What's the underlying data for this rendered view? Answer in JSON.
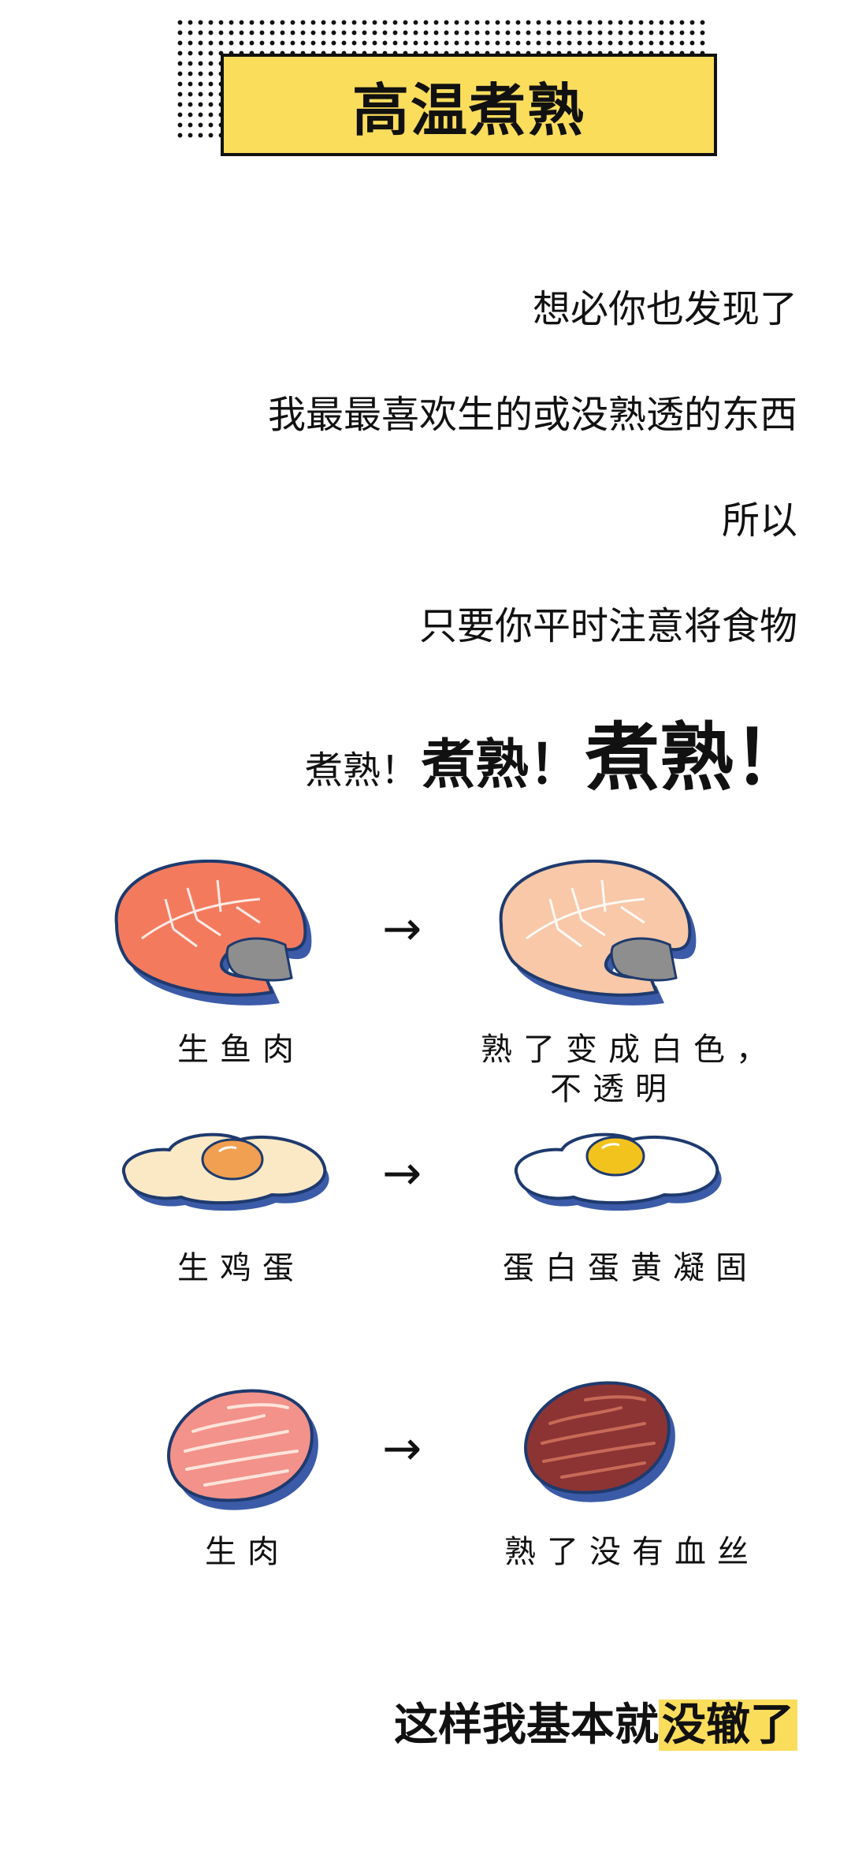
{
  "title": "高温煮熟",
  "lines": [
    "想必你也发现了",
    "我最最喜欢生的或没熟透的东西",
    "所以",
    "只要你平时注意将食物"
  ],
  "shout": [
    "煮熟！",
    "煮熟！",
    "煮熟！"
  ],
  "pairs": [
    {
      "raw_label": "生鱼肉",
      "cooked_label_1": "熟了变成白色，",
      "cooked_label_2": "不透明"
    },
    {
      "raw_label": "生鸡蛋",
      "cooked_label_1": "蛋白蛋黄凝固"
    },
    {
      "raw_label": "生肉",
      "cooked_label_1": "熟了没有血丝"
    }
  ],
  "arrow": "→",
  "final": {
    "text": "这样我基本就",
    "highlight": "没辙了"
  },
  "colors": {
    "accent_yellow": "#fbdd5c",
    "salmon_raw": "#f47a5e",
    "salmon_cooked": "#f8c8a8",
    "egg_yolk_raw": "#f0a050",
    "egg_yolk_cooked": "#f2c21d",
    "meat_raw": "#f2928a",
    "meat_cooked": "#8c3434",
    "shadow_blue": "#3b5ba8"
  }
}
